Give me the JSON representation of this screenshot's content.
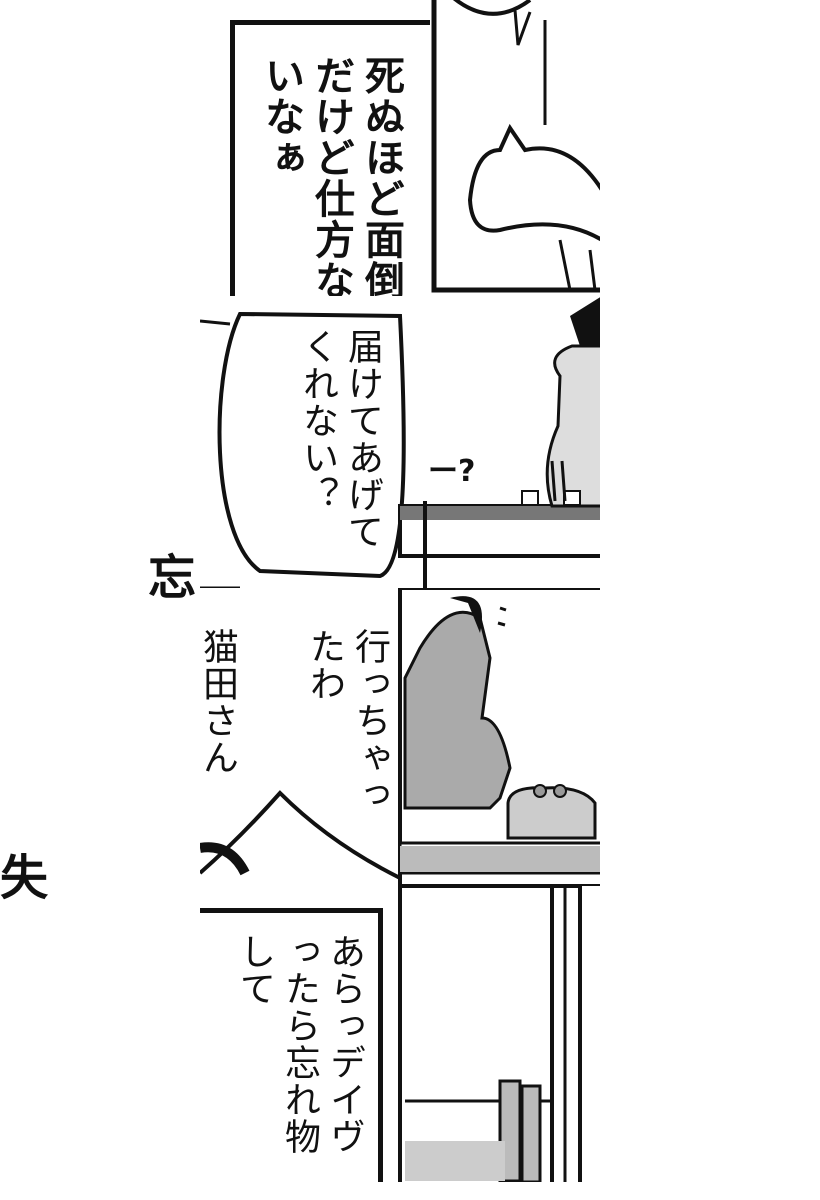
{
  "panels": {
    "p1": {
      "caption": "死ぬほど面倒だけど仕方ないなぁ"
    },
    "p2": {
      "speech": "届けてあげてくれない？",
      "sfx": "ー?"
    },
    "p3": {
      "speech_right": "行っちゃったわ",
      "speech_left": "猫田さん"
    },
    "p4": {
      "speech": "あらっデイヴったら忘れ物して"
    }
  },
  "outside_text": {
    "top_left": "忘",
    "bottom_left": "失"
  },
  "colors": {
    "ink": "#111111",
    "paper": "#ffffff"
  }
}
